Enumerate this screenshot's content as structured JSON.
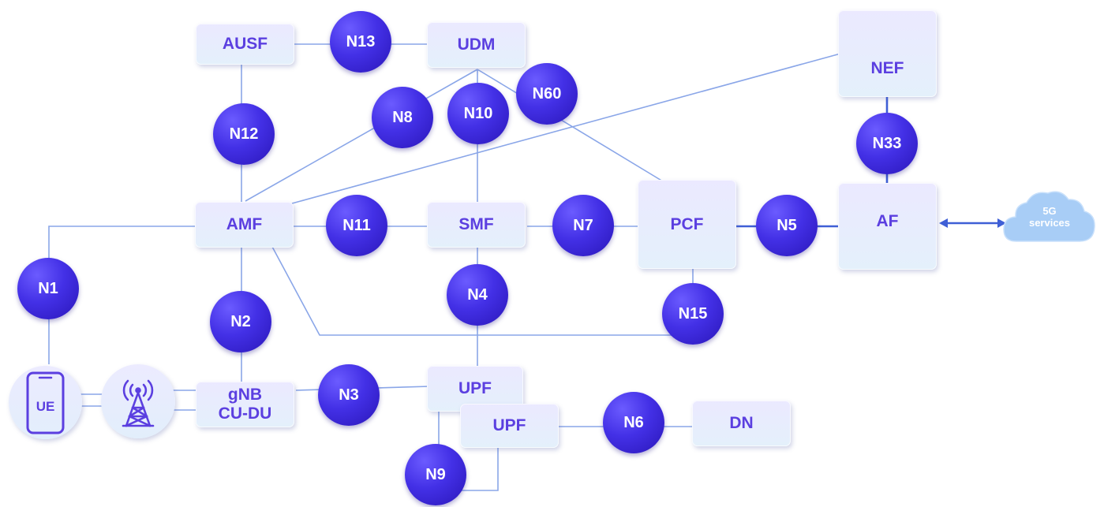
{
  "diagram": {
    "functions": {
      "ausf": "AUSF",
      "udm": "UDM",
      "nef": "NEF",
      "amf": "AMF",
      "smf": "SMF",
      "pcf": "PCF",
      "af": "AF",
      "gnb": "gNB\nCU-DU",
      "upf1": "UPF",
      "upf2": "UPF",
      "dn": "DN",
      "ue": "UE"
    },
    "interfaces": {
      "n13": "N13",
      "n12": "N12",
      "n8": "N8",
      "n10": "N10",
      "n60": "N60",
      "n33": "N33",
      "n11": "N11",
      "n7": "N7",
      "n5": "N5",
      "n1": "N1",
      "n2": "N2",
      "n4": "N4",
      "n15": "N15",
      "n3": "N3",
      "n6": "N6",
      "n9": "N9"
    },
    "cloud": {
      "label": "5G\nservices"
    },
    "icons": [
      "cell-tower-icon",
      "cloud-icon",
      "smartphone-icon"
    ],
    "colors": {
      "node_text": "#5b3fe0",
      "interface_fill": "#4330e6",
      "line": "#8aa6e8",
      "strong_line": "#3f5fd6",
      "cloud": "#a8cdf6"
    }
  }
}
